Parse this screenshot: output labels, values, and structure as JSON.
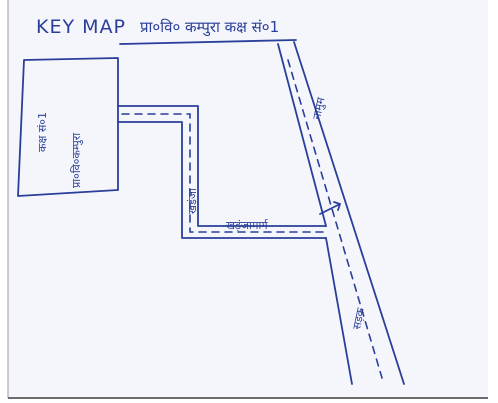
{
  "map": {
    "title": "KEY MAP",
    "subtitle": "प्रा०वि० कम्पुरा कक्ष सं०1",
    "building_label_1": "कक्ष सं०1",
    "building_label_2": "प्रा०वि०कम्पुरा",
    "road_label_vertical_top": "नामुम",
    "road_label_vertical_bottom": "सड़क",
    "path_label_upper": "खड़ंजा",
    "path_label_lower": "खड़ंजामार्ग"
  },
  "colors": {
    "paper": "#f5f6fb",
    "ink": "#2a3f9a",
    "border": "#6c6c6c"
  }
}
